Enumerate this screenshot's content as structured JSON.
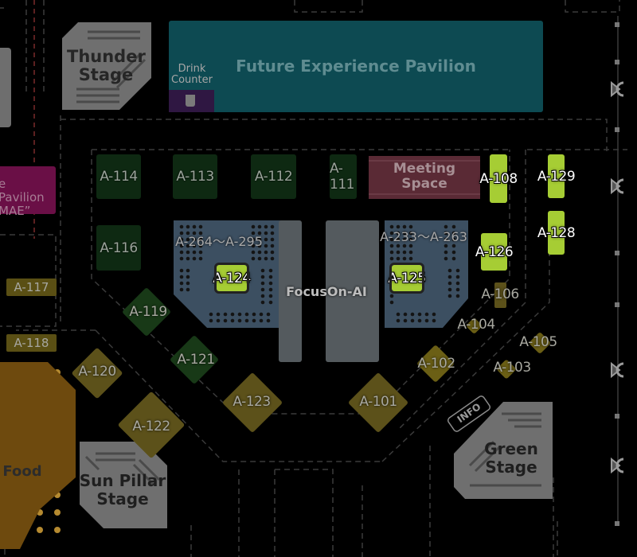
{
  "map": {
    "pavilion_title": "Future Experience Pavilion",
    "drink_counter": "Drink\nCounter",
    "drink_icon": "cup-icon",
    "left_pavilion": "e Pavilion\nMAE”",
    "stages": {
      "thunder": "Thunder\nStage",
      "sun_pillar": "Sun Pillar\nStage",
      "green": "Green\nStage"
    },
    "food": "Food",
    "meeting_space": "Meeting\nSpace",
    "focus_on_ai": "FocusOn-AI",
    "info": "INFO",
    "ranges": {
      "left": "A-264～A-295",
      "right": "A-233～A-263"
    },
    "booths_dark": [
      "A-114",
      "A-113",
      "A-112",
      "A-111",
      "A-116"
    ],
    "booths_highlight": [
      "A-124",
      "A-125",
      "A-108",
      "A-129",
      "A-128",
      "A-126"
    ],
    "booths_diamond_dark": [
      "A-119",
      "A-121"
    ],
    "booths_diamond_yellow": [
      "A-120",
      "A-122",
      "A-123",
      "A-101"
    ],
    "booths_small": [
      "A-106",
      "A-104",
      "A-105",
      "A-102",
      "A-103"
    ],
    "left_tags": [
      "A-117",
      "A-118"
    ],
    "colors": {
      "highlight": "#a6cd34",
      "dark_booth": "#0e2912",
      "yellow_booth": "#5c511a",
      "pavilion": "#0d4a52",
      "focus_panel": "#545a5e",
      "blue_panel": "#3c4f61",
      "food": "#6e4a0e",
      "meeting": "#5a2a35",
      "drink": "#2f1742",
      "pink_pavilion": "#6a0f46"
    }
  }
}
